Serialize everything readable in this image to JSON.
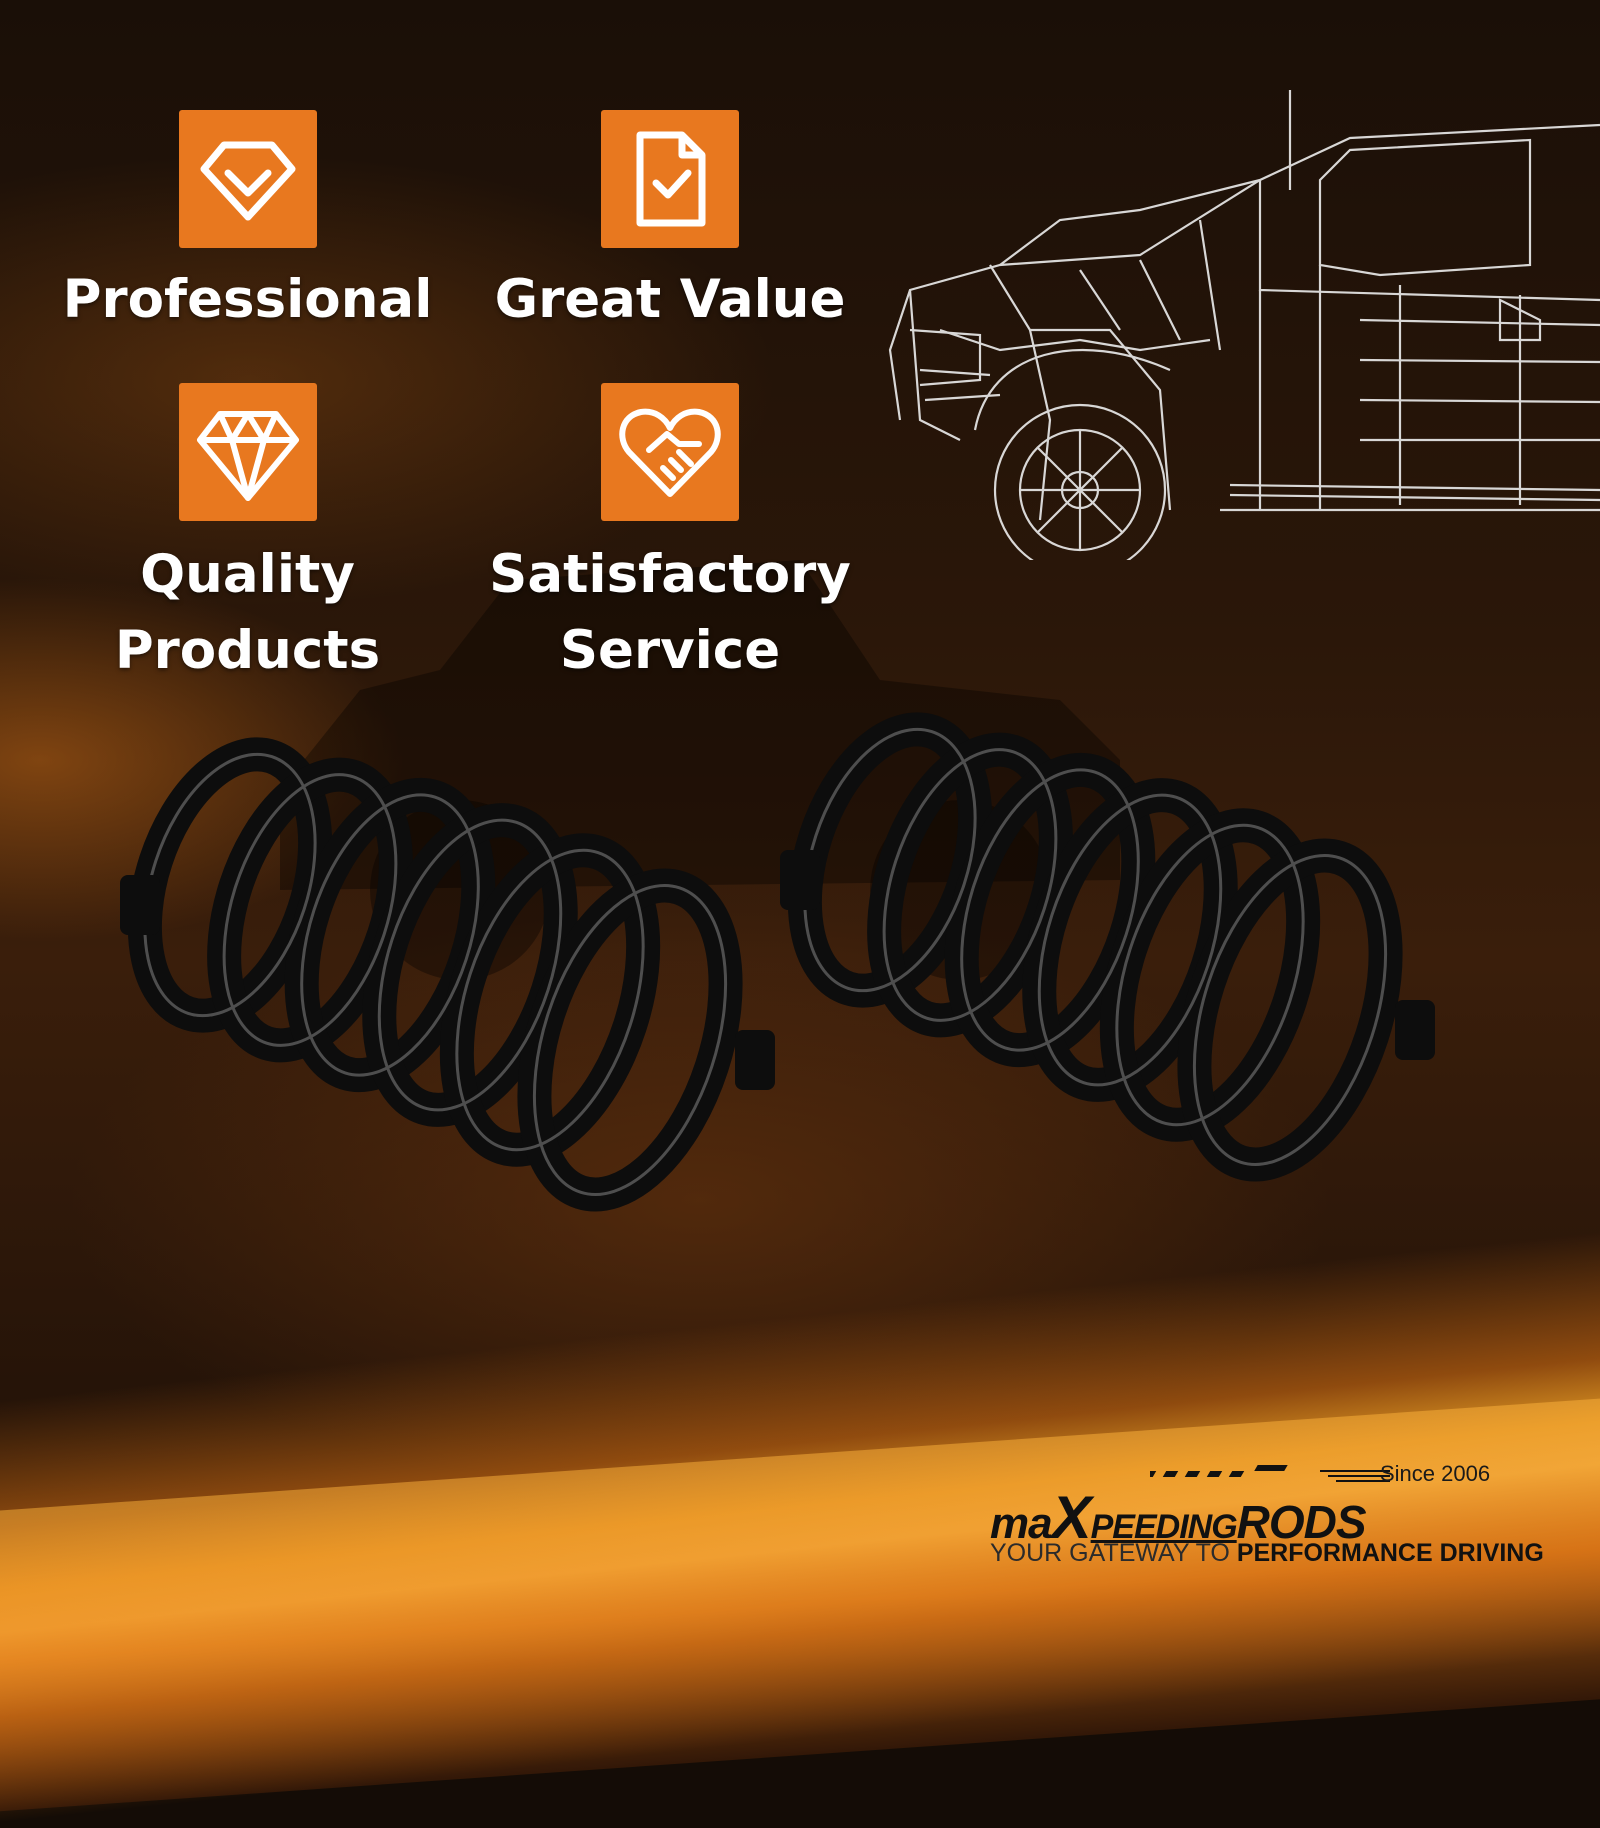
{
  "features": [
    {
      "icon": "diamond-check-icon",
      "label": "Professional"
    },
    {
      "icon": "document-check-icon",
      "label": "Great Value"
    },
    {
      "icon": "diamond-gem-icon",
      "lines": [
        "Quality",
        "Products"
      ]
    },
    {
      "icon": "heart-handshake-icon",
      "lines": [
        "Satisfactory",
        "Service"
      ]
    }
  ],
  "brand": {
    "since": "Since 2006",
    "logo_part1": "ma",
    "logo_x": "X",
    "logo_part2": "PEEDING",
    "logo_part3": "RODS",
    "tagline_light": "YOUR GATEWAY TO",
    "tagline_bold": "PERFORMANCE DRIVING"
  },
  "colors": {
    "accent": "#e8781f",
    "text": "#ffffff",
    "spring": "#0d0d0d"
  }
}
